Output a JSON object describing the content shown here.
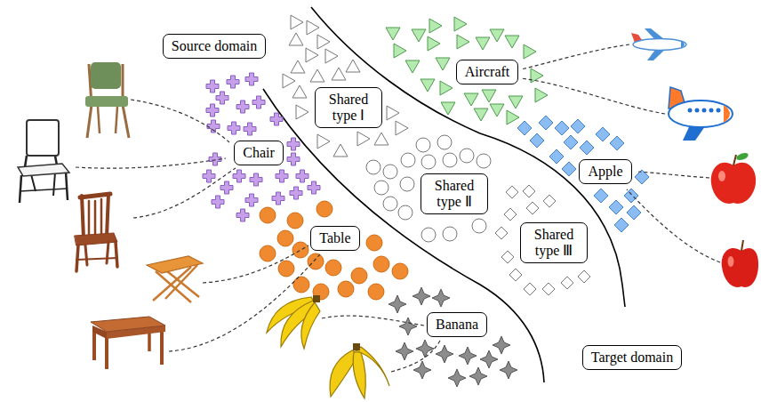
{
  "diagram": {
    "nodes": [
      {
        "text": [
          "Source domain"
        ]
      },
      {
        "text": [
          "Aircraft"
        ]
      },
      {
        "text": [
          "Shared type Ⅰ"
        ]
      },
      {
        "text": [
          "Chair"
        ]
      },
      {
        "text": [
          "Apple"
        ]
      },
      {
        "text": [
          "Shared type Ⅱ"
        ]
      },
      {
        "text": [
          "Table"
        ]
      },
      {
        "text": [
          "Shared type Ⅲ"
        ]
      },
      {
        "text": [
          "Banana"
        ]
      },
      {
        "text": [
          "Target domain"
        ]
      }
    ]
  }
}
